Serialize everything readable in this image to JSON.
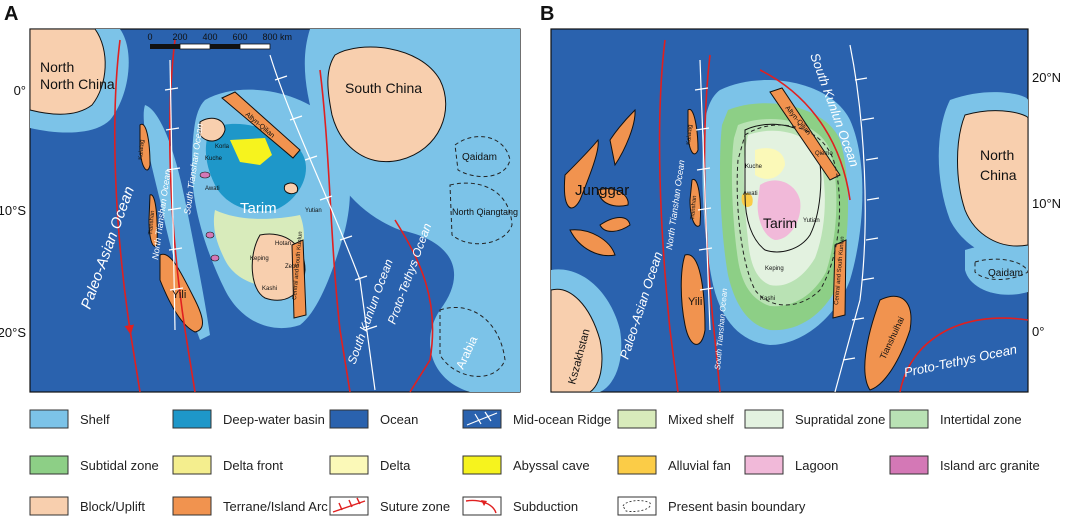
{
  "panels": {
    "a": {
      "letter": "A",
      "scale_ticks": [
        "0",
        "200",
        "400",
        "600",
        "800"
      ],
      "scale_unit": "km",
      "lat_labels": [
        "0°",
        "10°S",
        "20°S"
      ],
      "regions": {
        "north_china": "North China",
        "south_china": "South China",
        "qaidam": "Qaidam",
        "north_qiangtang": "North Qiangtang",
        "tarim": "Tarim",
        "yili": "Yili",
        "arabia": "Arabia"
      },
      "oceans": {
        "paleo_asian": "Paleo-Asian Ocean",
        "north_tianshan": "North Tianshan Ocean",
        "south_tianshan": "South Tianshan Ocean",
        "south_kunlun": "South Kunlun Ocean",
        "proto_tethys": "Proto-Tethys Ocean"
      },
      "small_labels": {
        "altyn": "Altyn-Qilian",
        "central_south_kunlun": "Central and South Kunlun",
        "kalatag": "Kalatag",
        "tianshan": "Tianshan",
        "kuche": "Kuche",
        "awati": "Awati",
        "keping": "Keping",
        "kashi": "Kashi",
        "zepu": "Zepu",
        "hotan": "Hotan",
        "yutian": "Yutian",
        "korla": "Korla"
      }
    },
    "b": {
      "letter": "B",
      "lat_labels": [
        "20°N",
        "10°N",
        "0°"
      ],
      "regions": {
        "junggar": "Junggar",
        "tarim": "Tarim",
        "yili": "Yili",
        "north_china_1": "North",
        "north_china_2": "China",
        "qaidam": "Qaidam",
        "kazakhstan": "Kszakhstan",
        "tianshuihai": "Tianshuihai"
      },
      "oceans": {
        "paleo_asian": "Paleo-Asian Ocean",
        "north_tianshan": "North Tianshan Ocean",
        "south_tianshan": "South Tianshan Ocean",
        "south_kunlun": "South Kunlun Ocean",
        "proto_tethys": "Proto-Tethys Ocean"
      },
      "small_labels": {
        "altyn": "Altyn-Qilian",
        "central_south_kunlun": "Central and South Kunlun",
        "kalatag": "Kalatag",
        "tianshan": "Tianshan",
        "kuche": "Kuche",
        "awati": "Awati",
        "keping": "Keping",
        "kashi": "Kashi",
        "yutian": "Yutian",
        "qiemo": "Qiemo"
      }
    }
  },
  "legend": [
    {
      "label": "Shelf",
      "kind": "fill",
      "color": "#7cc3e8"
    },
    {
      "label": "Deep-water basin",
      "kind": "fill",
      "color": "#1e97c9"
    },
    {
      "label": "Ocean",
      "kind": "fill",
      "color": "#2a62ae"
    },
    {
      "label": "Mid-ocean Ridge",
      "kind": "ridge",
      "color": "#2a62ae"
    },
    {
      "label": "Mixed shelf",
      "kind": "fill",
      "color": "#d8ebbb"
    },
    {
      "label": "Supratidal zone",
      "kind": "fill",
      "color": "#e3f2e0"
    },
    {
      "label": "Intertidal zone",
      "kind": "fill",
      "color": "#b9e2b4"
    },
    {
      "label": "Subtidal zone",
      "kind": "fill",
      "color": "#8dcf86"
    },
    {
      "label": "Delta front",
      "kind": "fill",
      "color": "#f4ee8e"
    },
    {
      "label": "Delta",
      "kind": "fill",
      "color": "#fbf9b8"
    },
    {
      "label": "Abyssal cave",
      "kind": "fill",
      "color": "#f6f31e"
    },
    {
      "label": "Alluvial fan",
      "kind": "fill",
      "color": "#fbcc47"
    },
    {
      "label": "Lagoon",
      "kind": "fill",
      "color": "#f1b9d9"
    },
    {
      "label": "Island arc granite",
      "kind": "fill",
      "color": "#d478b6"
    },
    {
      "label": "Block/Uplift",
      "kind": "fill",
      "color": "#f8cfae"
    },
    {
      "label": "Terrane/Island Arc",
      "kind": "fill",
      "color": "#f1934f"
    },
    {
      "label": "Suture zone",
      "kind": "suture",
      "color": "#e02020"
    },
    {
      "label": "Subduction",
      "kind": "subduction",
      "color": "#e02020"
    },
    {
      "label": "Present basin boundary",
      "kind": "basin",
      "color": "#333333"
    }
  ],
  "colors": {
    "ocean": "#2a62ae",
    "shelf": "#7cc3e8",
    "deep": "#1e97c9",
    "block": "#f8cfae",
    "terrane": "#f1934f",
    "red": "#e02020"
  }
}
